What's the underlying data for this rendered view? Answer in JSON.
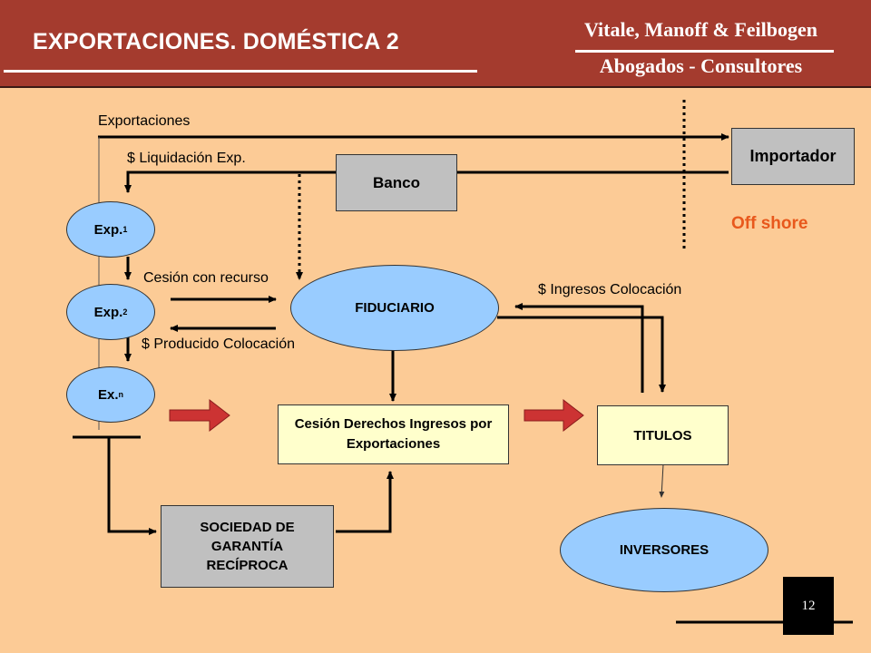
{
  "header": {
    "title": "EXPORTACIONES. DOMÉSTICA 2",
    "firm_name": "Vitale, Manoff & Feilbogen",
    "firm_subtitle": "Abogados - Consultores"
  },
  "diagram": {
    "labels": {
      "exportaciones": "Exportaciones",
      "liquidacion": "$ Liquidación Exp.",
      "cesion_recurso": "Cesión con recurso",
      "producido": "$ Producido Colocación",
      "ingresos_colocacion": "$ Ingresos Colocación",
      "off_shore": "Off shore"
    },
    "nodes": {
      "importador": "Importador",
      "banco": "Banco",
      "exp1": "Exp.",
      "exp1_sub": "1",
      "exp2": "Exp.",
      "exp2_sub": "2",
      "expn": "Ex.",
      "expn_sub": "n",
      "fiduciario": "FIDUCIARIO",
      "cesion_derechos": "Cesión Derechos Ingresos por Exportaciones",
      "titulos": "TITULOS",
      "sgr": "SOCIEDAD DE GARANTÍA RECÍPROCA",
      "inversores": "INVERSORES"
    }
  },
  "colors": {
    "background": "#FCCB96",
    "header": "#A43B2E",
    "box_gray": "#C0C0C0",
    "box_yellow": "#FFFFCC",
    "ellipse_blue": "#99CCFF",
    "block_arrow": "#CC3333",
    "off_shore": "#E8581C"
  },
  "footer": {
    "page_number": "12"
  }
}
